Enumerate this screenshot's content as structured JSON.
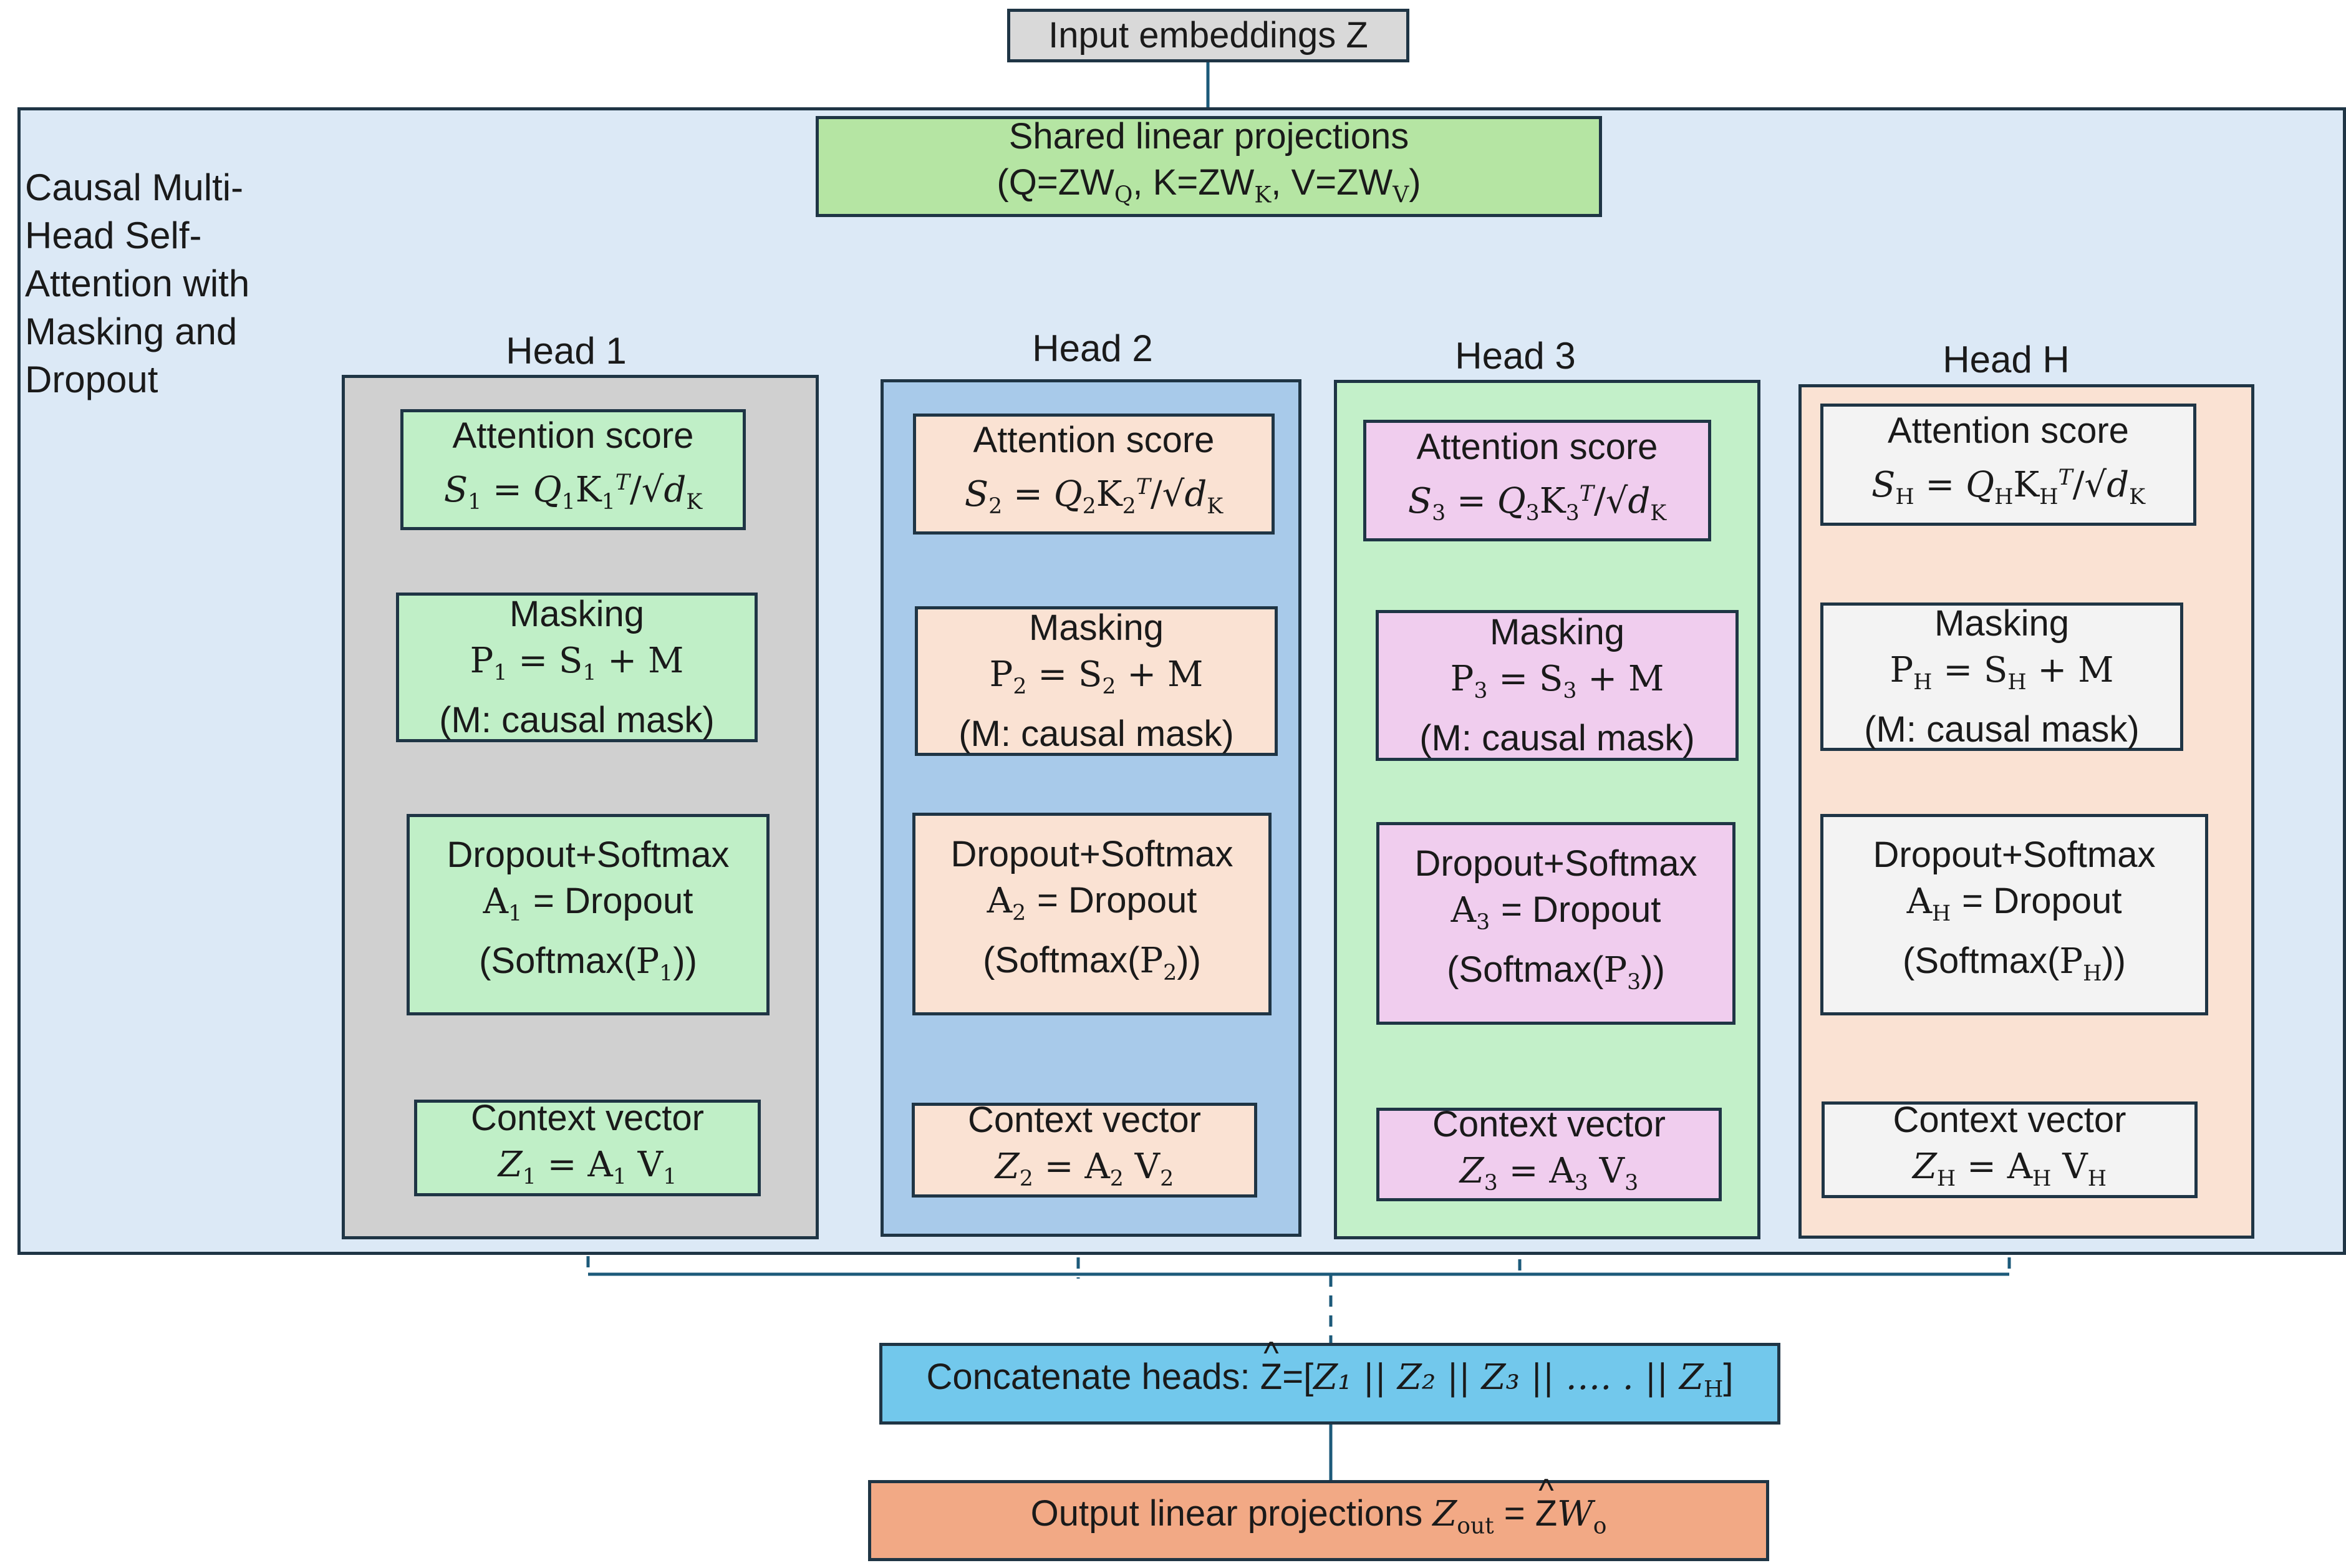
{
  "input": {
    "label": "Input embeddings Z"
  },
  "container_label": [
    "Causal Multi-",
    "Head Self-",
    "Attention with",
    "Masking and",
    "Dropout"
  ],
  "shared": {
    "title": "Shared linear projections",
    "formula": {
      "open": "(Q=ZW",
      "q": "Q",
      "k_mid": ", K=ZW",
      "k": "K",
      "v_mid": ", V=ZW",
      "v": "V",
      "close": ")"
    }
  },
  "heads": [
    {
      "label": "Head 1",
      "idx": "1",
      "score_title": "Attention score",
      "mask_title": "Masking",
      "mask_note": "(M: causal mask)",
      "dropout_title": "Dropout+Softmax",
      "dropout_expr": "= Dropout",
      "softmax_open": "(Softmax(",
      "softmax_close": "))",
      "context_title": "Context vector"
    },
    {
      "label": "Head 2",
      "idx": "2",
      "score_title": "Attention score",
      "mask_title": "Masking",
      "mask_note": "(M: causal mask)",
      "dropout_title": "Dropout+Softmax",
      "dropout_expr": "= Dropout",
      "softmax_open": "(Softmax(",
      "softmax_close": "))",
      "context_title": "Context vector"
    },
    {
      "label": "Head 3",
      "idx": "3",
      "score_title": "Attention score",
      "mask_title": "Masking",
      "mask_note": "(M: causal mask)",
      "dropout_title": "Dropout+Softmax",
      "dropout_expr": "= Dropout",
      "softmax_open": "(Softmax(",
      "softmax_close": "))",
      "context_title": "Context vector"
    },
    {
      "label": "Head H",
      "idx": "H",
      "score_title": "Attention score",
      "mask_title": "Masking",
      "mask_note": "(M: causal mask)",
      "dropout_title": "Dropout+Softmax",
      "dropout_expr": "= Dropout",
      "softmax_open": "(Softmax(",
      "softmax_close": "))",
      "context_title": "Context vector"
    }
  ],
  "concat": {
    "prefix": "Concatenate heads: ",
    "z_hat": "Z",
    "eq": "=[",
    "body": "Z₁ || Z₂ || Z₃ || …. . || Z",
    "sub_h": "H",
    "close": "]"
  },
  "output": {
    "prefix": "Output linear projections ",
    "z": "Z",
    "out": "out",
    "eq": " = ",
    "z_hat": "Z",
    "w": "W",
    "o": "o"
  },
  "colors": {
    "container_bg": "#dce9f6",
    "input_bg": "#d9d9d9",
    "shared_bg": "#b5e5a3",
    "head1_panel": "#d0d0d0",
    "head2_panel": "#a8caea",
    "head3_panel": "#c3f0c9",
    "headH_panel": "#fae2d3",
    "concat_bg": "#72c8ec",
    "output_bg": "#f2a985",
    "line": "#1c5a7a",
    "border": "#1f3545"
  }
}
